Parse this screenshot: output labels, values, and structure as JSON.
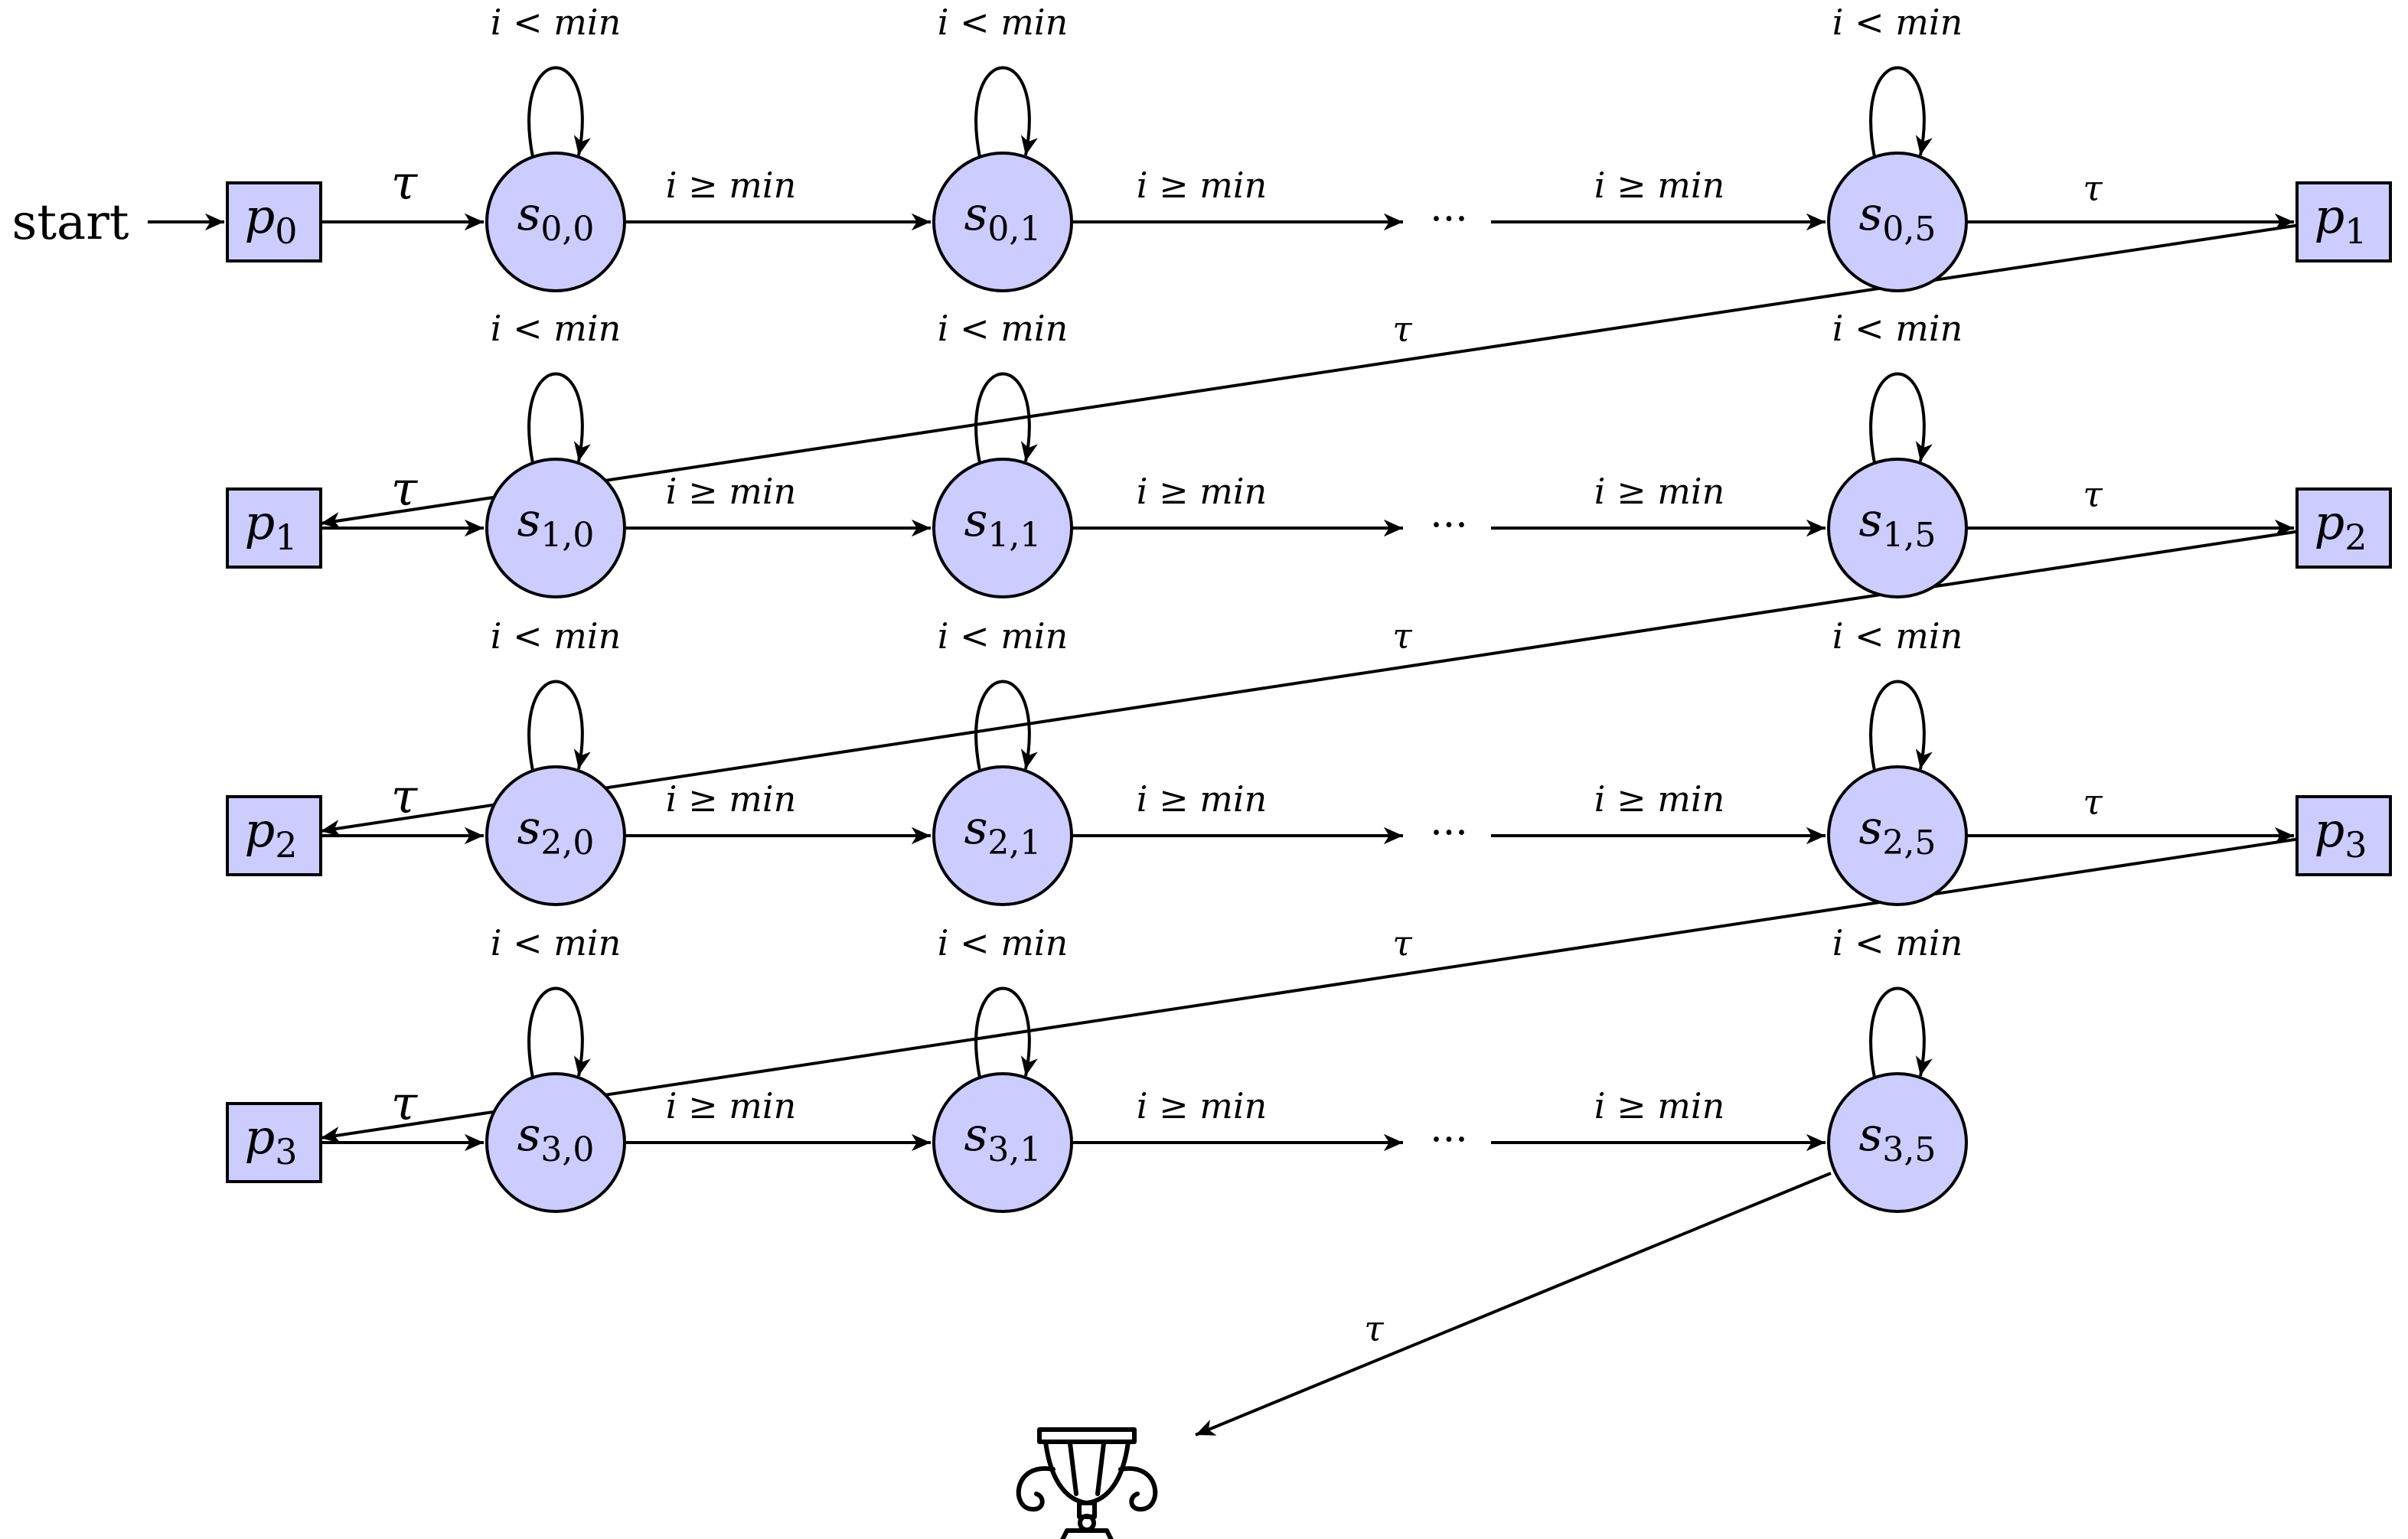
{
  "start_label": "start",
  "self_loop_label": "i < min",
  "forward_label": "i ≥ min",
  "tau_label": "τ",
  "ellipsis": "···",
  "rows": [
    {
      "left": {
        "base": "p",
        "sub": "0"
      },
      "states": [
        {
          "base": "s",
          "sub": "0,0"
        },
        {
          "base": "s",
          "sub": "0,1"
        },
        {
          "base": "s",
          "sub": "0,5"
        }
      ],
      "right": {
        "base": "p",
        "sub": "1"
      }
    },
    {
      "left": {
        "base": "p",
        "sub": "1"
      },
      "states": [
        {
          "base": "s",
          "sub": "1,0"
        },
        {
          "base": "s",
          "sub": "1,1"
        },
        {
          "base": "s",
          "sub": "1,5"
        }
      ],
      "right": {
        "base": "p",
        "sub": "2"
      }
    },
    {
      "left": {
        "base": "p",
        "sub": "2"
      },
      "states": [
        {
          "base": "s",
          "sub": "2,0"
        },
        {
          "base": "s",
          "sub": "2,1"
        },
        {
          "base": "s",
          "sub": "2,5"
        }
      ],
      "right": {
        "base": "p",
        "sub": "3"
      }
    },
    {
      "left": {
        "base": "p",
        "sub": "3"
      },
      "states": [
        {
          "base": "s",
          "sub": "3,0"
        },
        {
          "base": "s",
          "sub": "3,1"
        },
        {
          "base": "s",
          "sub": "3,5"
        }
      ],
      "right": null
    }
  ],
  "goal": {
    "icon": "trophy-icon"
  },
  "colors": {
    "node_fill": "#ccccff",
    "stroke": "#000000"
  }
}
